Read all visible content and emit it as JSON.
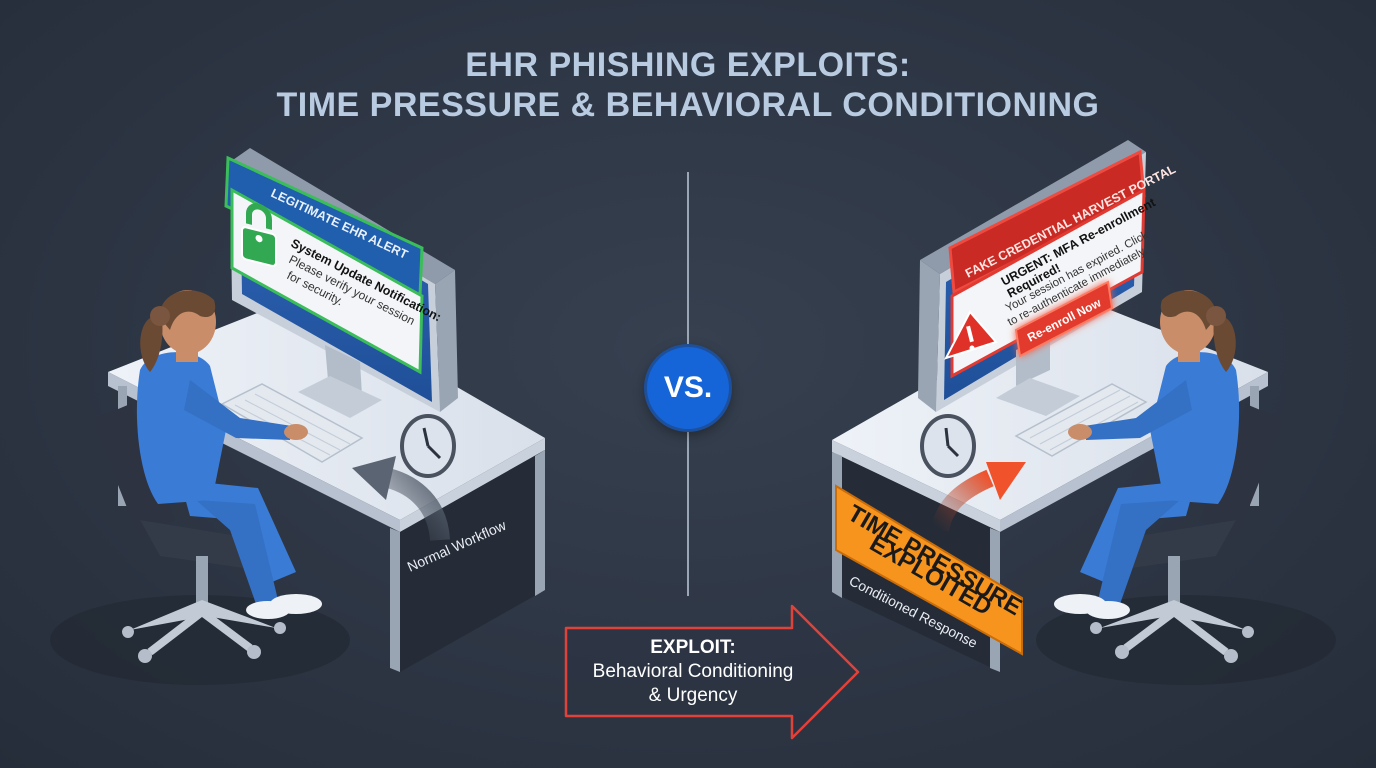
{
  "title": {
    "line1": "EHR PHISHING EXPLOITS:",
    "line2": "TIME PRESSURE & BEHAVIORAL CONDITIONING"
  },
  "left": {
    "alert_header": "LEGITIMATE EHR ALERT",
    "alert_title": "System Update Notification:",
    "alert_body_1": "Please verify your session",
    "alert_body_2": "for security.",
    "workflow_label": "Normal Workflow",
    "icon": "lock-icon",
    "accent": "#2fa84f"
  },
  "right": {
    "portal_header": "FAKE CREDENTIAL HARVEST PORTAL",
    "urgent_title_1": "URGENT: MFA Re-enrollment",
    "urgent_title_2": "Required!",
    "urgent_body_1": "Your session has expired. Click",
    "urgent_body_2": "to re-authenticate immediately.",
    "button_label": "Re-enroll Now",
    "pressure_line1": "TIME PRESSURE",
    "pressure_line2": "EXPLOITED",
    "conditioned_label": "Conditioned Response",
    "icon": "warning-icon",
    "accent": "#d9322e"
  },
  "vs_label": "VS.",
  "exploit": {
    "heading": "EXPLOIT:",
    "line1": "Behavioral Conditioning",
    "line2": "& Urgency"
  },
  "colors": {
    "background": "#2b3341",
    "scrubs": "#3a7bd5",
    "badge_orange": "#f7941d",
    "vs_blue": "#1565d8"
  }
}
